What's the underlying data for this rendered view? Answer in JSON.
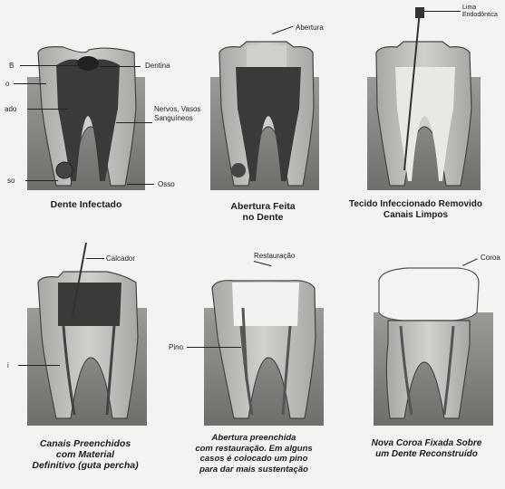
{
  "panels": [
    {
      "caption_lines": [
        "Dente Infectado"
      ],
      "labels": [
        "B",
        "Dentina",
        "o",
        "ado",
        "Nervos, Vasos",
        "Sanguíneos",
        "so",
        "Osso"
      ]
    },
    {
      "caption_lines": [
        "Abertura Feita",
        "no Dente"
      ],
      "labels": [
        "Abertura"
      ]
    },
    {
      "caption_lines": [
        "Tecido Infeccionado Removido",
        "Canais Limpos"
      ],
      "labels": [
        "Lima",
        "Endodôntica"
      ]
    },
    {
      "caption_lines": [
        "Canais Preenchidos",
        "com Material",
        "Definitivo (guta percha)"
      ],
      "labels": [
        "Calcador",
        "i"
      ]
    },
    {
      "caption_lines": [
        "Abertura preenchida",
        "com restauração. Em alguns",
        "casos é colocado um pino",
        "para dar mais sustentação"
      ],
      "labels": [
        "Restauração",
        "Pino"
      ]
    },
    {
      "caption_lines": [
        "Nova Coroa Fixada Sobre",
        "um Dente Reconstruído"
      ],
      "labels": [
        "Coroa"
      ]
    }
  ],
  "colors": {
    "background": "#f3f3f1",
    "enamel": "#e4e4e1",
    "dentin": "#b8b8b4",
    "pulp_dark": "#3a3a38",
    "bone": "#8e8e8a",
    "crown": "#f4f4f2"
  }
}
